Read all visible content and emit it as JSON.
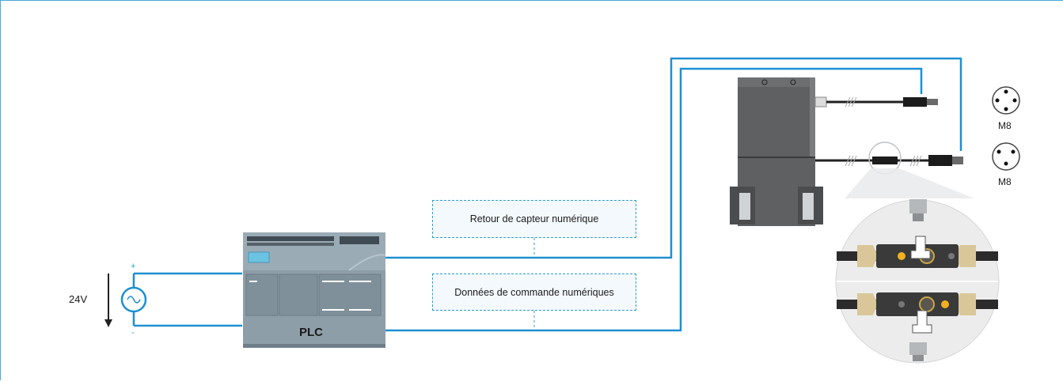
{
  "power": {
    "voltage": "24V",
    "plus": "+",
    "minus": "-"
  },
  "plc": {
    "label": "PLC"
  },
  "signals": {
    "feedback": "Retour de capteur numérique",
    "command": "Données de commande numériques"
  },
  "connectors": {
    "top": "M8",
    "bottom": "M8"
  },
  "colors": {
    "wire": "#1f8fd0",
    "frame": "#4aa8d8",
    "plc_body": "#8a9aa6",
    "gripper": "#5f6163"
  }
}
